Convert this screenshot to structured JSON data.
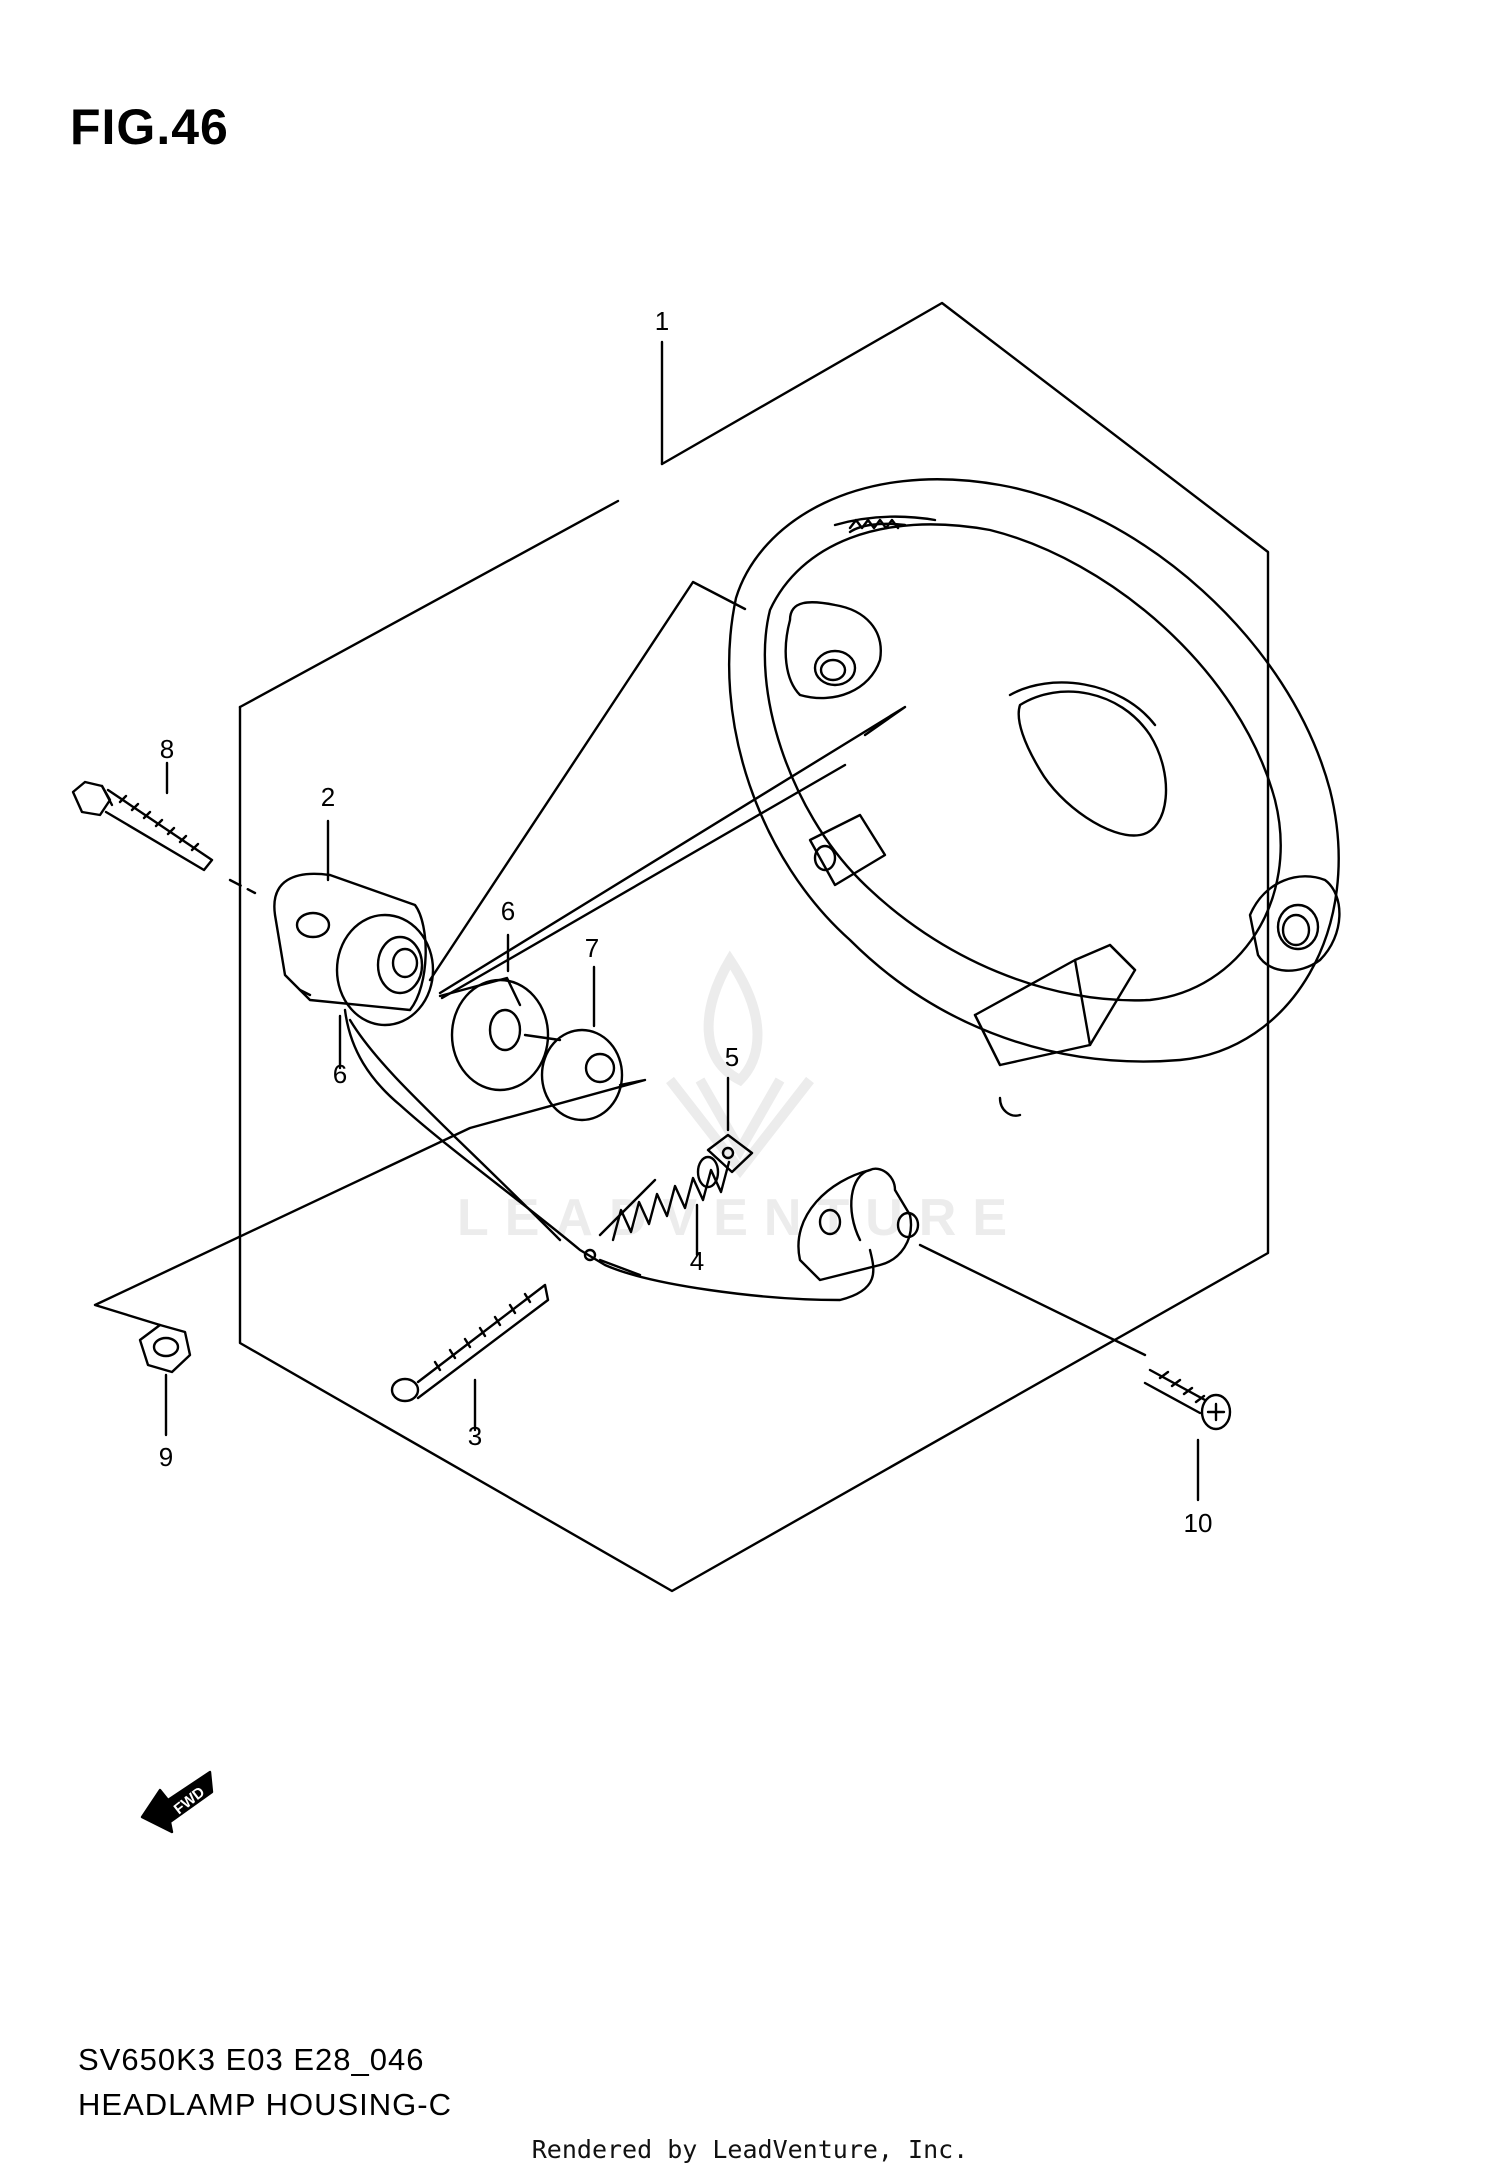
{
  "figure": {
    "title": "FIG.46",
    "model_code": "SV650K3 E03 E28_046",
    "assembly_name": "HEADLAMP HOUSING-C",
    "rendered_by": "Rendered by LeadVenture, Inc.",
    "watermark": "LEADVENTURE",
    "fwd_label": "FWD"
  },
  "callouts": [
    {
      "id": "c1",
      "label": "1",
      "part": "headlamp-housing"
    },
    {
      "id": "c2",
      "label": "2",
      "part": "mounting-bracket"
    },
    {
      "id": "c3",
      "label": "3",
      "part": "adjusting-screw"
    },
    {
      "id": "c4",
      "label": "4",
      "part": "spring"
    },
    {
      "id": "c5",
      "label": "5",
      "part": "nut-plate"
    },
    {
      "id": "c6a",
      "label": "6",
      "part": "cushion-upper"
    },
    {
      "id": "c6b",
      "label": "6",
      "part": "cushion-lower"
    },
    {
      "id": "c7",
      "label": "7",
      "part": "collar"
    },
    {
      "id": "c8",
      "label": "8",
      "part": "bolt"
    },
    {
      "id": "c9",
      "label": "9",
      "part": "nut"
    },
    {
      "id": "c10",
      "label": "10",
      "part": "screw"
    }
  ],
  "colors": {
    "line": "#000000",
    "background": "#ffffff",
    "watermark": "#ececec"
  }
}
